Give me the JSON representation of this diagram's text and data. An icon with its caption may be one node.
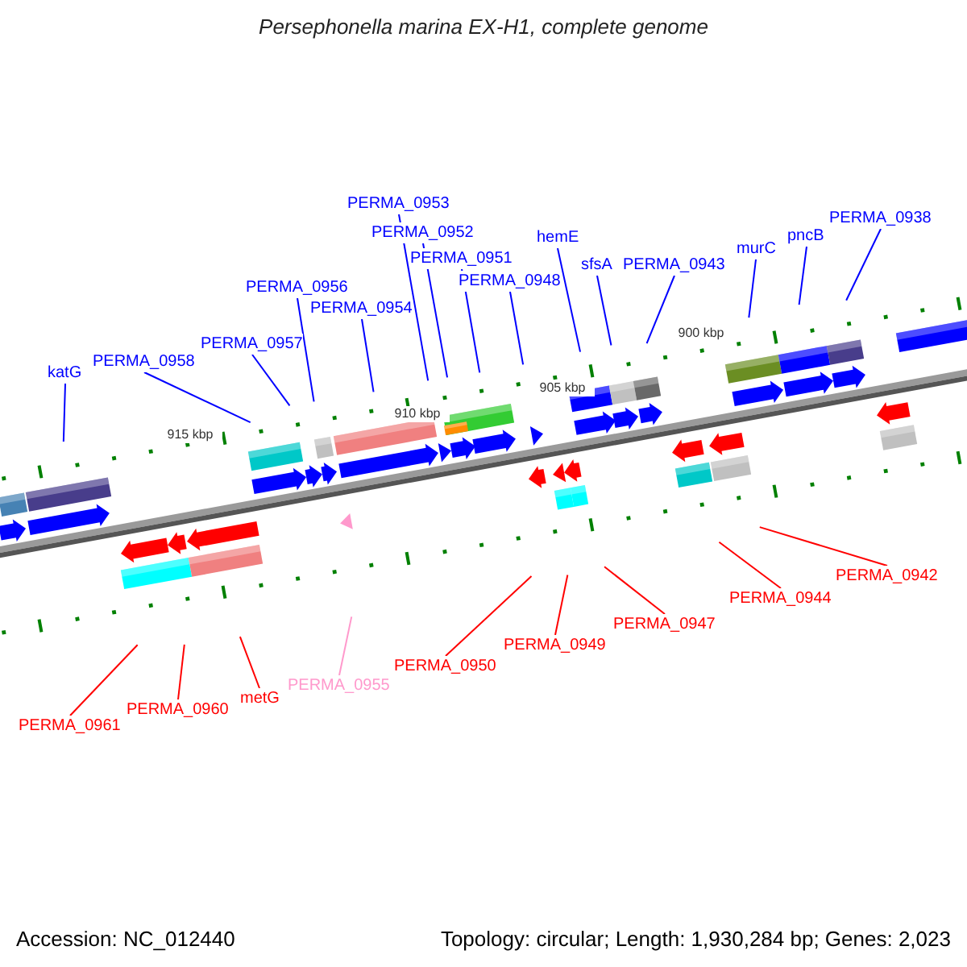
{
  "diagram": {
    "title": "Persephonella marina EX-H1, complete genome",
    "nodes": [
      {
        "text": [
          "katG"
        ]
      },
      {
        "text": [
          "PERMA_0958"
        ]
      },
      {
        "text": [
          "PERMA_0957"
        ]
      },
      {
        "text": [
          "PERMA_0956"
        ]
      },
      {
        "text": [
          "PERMA_0954"
        ]
      },
      {
        "text": [
          "PERMA_0953"
        ]
      },
      {
        "text": [
          "PERMA_0952"
        ]
      },
      {
        "text": [
          "PERMA_0951"
        ]
      },
      {
        "text": [
          "PERMA_0948"
        ]
      },
      {
        "text": [
          "hemE"
        ]
      },
      {
        "text": [
          "sfsA"
        ]
      },
      {
        "text": [
          "PERMA_0943"
        ]
      },
      {
        "text": [
          "murC"
        ]
      },
      {
        "text": [
          "pncB"
        ]
      },
      {
        "text": [
          "PERMA_0938"
        ]
      },
      {
        "text": [
          "PERMA_0961"
        ]
      },
      {
        "text": [
          "PERMA_0960"
        ]
      },
      {
        "text": [
          "metG"
        ]
      },
      {
        "text": [
          "PERMA_0955"
        ]
      },
      {
        "text": [
          "PERMA_0950"
        ]
      },
      {
        "text": [
          "PERMA_0949"
        ]
      },
      {
        "text": [
          "PERMA_0947"
        ]
      },
      {
        "text": [
          "PERMA_0944"
        ]
      },
      {
        "text": [
          "PERMA_0942"
        ]
      }
    ],
    "edges": [
      {
        "from": 0,
        "to": null,
        "arrow": "none"
      },
      {
        "from": 1,
        "to": null,
        "arrow": "none"
      },
      {
        "from": 2,
        "to": null,
        "arrow": "none"
      },
      {
        "from": 3,
        "to": null,
        "arrow": "none"
      },
      {
        "from": 4,
        "to": null,
        "arrow": "none"
      },
      {
        "from": 5,
        "to": null,
        "arrow": "none"
      },
      {
        "from": 6,
        "to": null,
        "arrow": "none"
      },
      {
        "from": 7,
        "to": null,
        "arrow": "none"
      },
      {
        "from": 8,
        "to": null,
        "arrow": "none"
      },
      {
        "from": 9,
        "to": null,
        "arrow": "none"
      },
      {
        "from": 10,
        "to": null,
        "arrow": "none"
      },
      {
        "from": 11,
        "to": null,
        "arrow": "none"
      },
      {
        "from": 12,
        "to": null,
        "arrow": "none"
      },
      {
        "from": 13,
        "to": null,
        "arrow": "none"
      },
      {
        "from": 14,
        "to": null,
        "arrow": "none"
      },
      {
        "from": 15,
        "to": null,
        "arrow": "none",
        "color": "#ff0000"
      },
      {
        "from": 16,
        "to": null,
        "arrow": "none",
        "color": "#ff0000"
      },
      {
        "from": 17,
        "to": null,
        "arrow": "none",
        "color": "#ff0000"
      },
      {
        "from": 18,
        "to": null,
        "arrow": "none",
        "color": "#ff99cc"
      },
      {
        "from": 19,
        "to": null,
        "arrow": "none",
        "color": "#ff0000"
      },
      {
        "from": 20,
        "to": null,
        "arrow": "none",
        "color": "#ff0000"
      },
      {
        "from": 21,
        "to": null,
        "arrow": "none",
        "color": "#ff0000"
      },
      {
        "from": 22,
        "to": null,
        "arrow": "none",
        "color": "#ff0000"
      },
      {
        "from": 23,
        "to": null,
        "arrow": "none",
        "color": "#ff0000"
      }
    ],
    "labels": [
      "915 kbp",
      "910 kbp",
      "905 kbp",
      "900 kbp",
      "Accession: NC_012440",
      "Topology: circular; Length: 1,930,284 bp; Genes: 2,023"
    ]
  }
}
